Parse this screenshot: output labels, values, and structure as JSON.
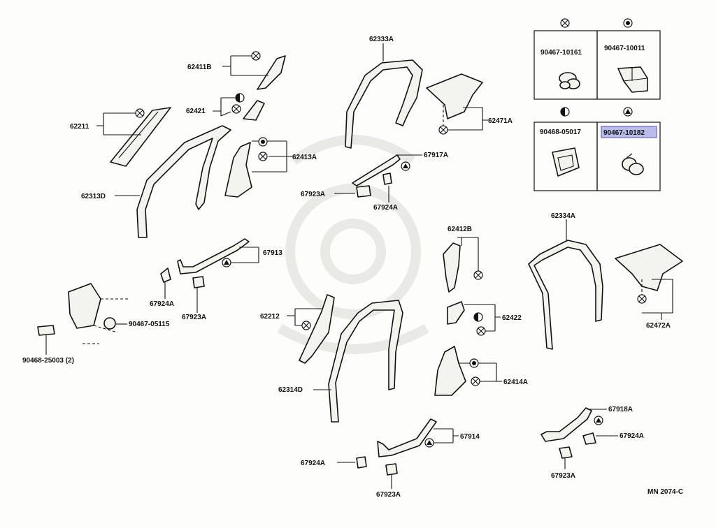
{
  "diagram": {
    "corner_code": "MN 2074-C",
    "legend": [
      {
        "symbol": "cross",
        "part_no": "90467-10161"
      },
      {
        "symbol": "dot",
        "part_no": "90467-10011"
      },
      {
        "symbol": "half",
        "part_no": "90468-05017"
      },
      {
        "symbol": "triangle",
        "part_no": "90467-10182",
        "highlighted": true
      }
    ],
    "labels": {
      "p62411B": "62411B",
      "p62421": "62421",
      "p62211": "62211",
      "p62413A": "62413A",
      "p62313D": "62313D",
      "p62333A": "62333A",
      "p62471A": "62471A",
      "p67917A": "67917A",
      "p67923A_top": "67923A",
      "p67924A_top": "67924A",
      "p67913": "67913",
      "p67924A_left": "67924A",
      "p67923A_left": "67923A",
      "p90467_05115": "90467-05115",
      "p90468_25003": "90468-25003 (2)",
      "p62412B": "62412B",
      "p62334A": "62334A",
      "p62472A": "62472A",
      "p62212": "62212",
      "p62422": "62422",
      "p62314D": "62314D",
      "p62414A": "62414A",
      "p67918A": "67918A",
      "p67924A_right": "67924A",
      "p67923A_right": "67923A",
      "p67914": "67914",
      "p67924A_bottom": "67924A",
      "p67923A_bottom": "67923A"
    }
  }
}
